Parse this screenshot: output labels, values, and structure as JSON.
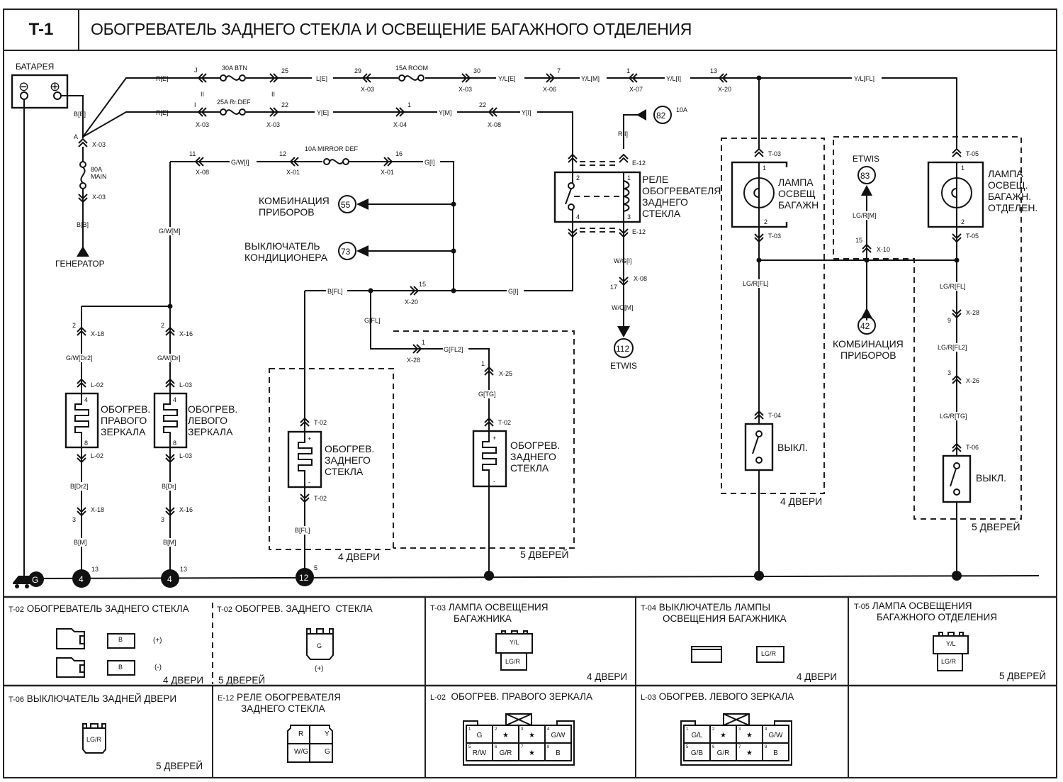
{
  "header": {
    "code": "T-1",
    "title": "ОБОГРЕВАТЕЛЬ ЗАДНЕГО СТЕКЛА И ОСВЕЩЕНИЕ БАГАЖНОГО ОТДЕЛЕНИЯ"
  },
  "battery": {
    "label": "БАТАРЕЯ",
    "neg": "⊖",
    "pos": "⊕"
  },
  "generator": {
    "label": "ГЕНЕРАТОР"
  },
  "main_fuse": {
    "line1": "80A",
    "line2": "MAIN",
    "wire_top": "B[B]",
    "wire_bottom": "B[B]",
    "conn_top": "X-03",
    "conn_pin": "A",
    "conn_bottom": "X-03"
  },
  "top_line1": {
    "wire_r": "R[E]",
    "pin_j": "J",
    "fuse": "30A BTN",
    "pin_25": "25",
    "wire_l": "L[E]",
    "pin_29": "29",
    "conn_x03a": "X-03",
    "fuse_room": "15A ROOM",
    "pin_30": "30",
    "conn_x03b": "X-03",
    "wire_yle": "Y/L[E]",
    "pin_7": "7",
    "conn_x06": "X-06",
    "wire_ylm": "Y/L[M]",
    "pin_1": "1",
    "conn_x07": "X-07",
    "wire_yli": "Y/L[I]",
    "pin_13": "13",
    "conn_x20": "X-20",
    "wire_ylfl": "Y/L[FL]"
  },
  "top_line2": {
    "wire_r": "R[E]",
    "pin_i": "I",
    "fuse": "25A Rr.DEF",
    "pin_22": "22",
    "conn_x03a": "X-03",
    "conn_x03b": "X-03",
    "wire_ye": "Y[E]",
    "pin_1": "1",
    "conn_x04": "X-04",
    "wire_ym": "Y[M]",
    "pin_22b": "22",
    "conn_x08": "X-08",
    "wire_yi": "Y[I]"
  },
  "mirror_line": {
    "pin_11": "11",
    "conn_x08": "X-08",
    "wire_gwi": "G/W[I]",
    "pin_12": "12",
    "conn_x01a": "X-01",
    "fuse": "10A MIRROR DEF",
    "pin_16": "16",
    "conn_x01b": "X-01",
    "wire_gi": "G[I]",
    "wire_gwm": "G/W[M]"
  },
  "refs": {
    "r55": {
      "num": "55",
      "label1": "КОМБИНАЦИЯ",
      "label2": "ПРИБОРОВ"
    },
    "r73": {
      "num": "73",
      "label1": "ВЫКЛЮЧАТЕЛЬ",
      "label2": "КОНДИЦИОНЕРА"
    },
    "r82": {
      "num": "82",
      "note": "10A"
    },
    "r112": {
      "num": "112",
      "label": "ETWIS"
    },
    "r83": {
      "num": "83",
      "label": "ETWIS"
    },
    "r42": {
      "num": "42",
      "label1": "КОМБИНАЦИЯ",
      "label2": "ПРИБОРОВ"
    }
  },
  "relay": {
    "label1": "РЕЛЕ",
    "label2": "ОБОГРЕВАТЕЛЯ",
    "label3": "ЗАДНЕГО",
    "label4": "СТЕКЛА",
    "conn_top": "E-12",
    "conn_bottom": "E-12",
    "pin1": "1",
    "pin2": "2",
    "pin3": "3",
    "pin4": "4",
    "wire_ri": "R[I]",
    "wire_wgi": "W/G[I]",
    "pin17": "17",
    "conn_x08": "X-08",
    "wire_wgm": "W/G[M]"
  },
  "mid_line": {
    "wire_bfl": "B[FL]",
    "pin15": "15",
    "conn_x20": "X-20",
    "wire_gi": "G[I]",
    "wire_gfl": "G[FL]",
    "pin1": "1",
    "conn_x28": "X-28",
    "wire_gfl2": "G[FL2]",
    "pin1b": "1",
    "conn_x25": "X-25",
    "wire_gtg": "G[TG]"
  },
  "mirrors": {
    "right": {
      "pin_top": "2",
      "conn_x": "X-18",
      "wire_top": "G/W[Dr2]",
      "conn_l": "L-02",
      "pin4": "4",
      "pin8": "8",
      "label1": "ОБОГРЕВ.",
      "label2": "ПРАВОГО",
      "label3": "ЗЕРКАЛА",
      "conn_l2": "L-02",
      "wire_bottom": "B[Dr2]",
      "conn_x2": "X-18",
      "pin_bottom": "3",
      "wire_bm": "B[M]",
      "ground_num": "4",
      "ground_pin": "13"
    },
    "left": {
      "pin_top": "2",
      "conn_x": "X-16",
      "wire_top": "G/W[Dr]",
      "conn_l": "L-03",
      "pin4": "4",
      "pin8": "8",
      "label1": "ОБОГРЕВ.",
      "label2": "ЛЕВОГО",
      "label3": "ЗЕРКАЛА",
      "conn_l2": "L-03",
      "wire_bottom": "B[Dr]",
      "conn_x2": "X-16",
      "pin_bottom": "3",
      "wire_bm": "B[M]",
      "ground_num": "4",
      "ground_pin": "13"
    }
  },
  "rear_heaters": {
    "four_door": {
      "conn_top": "T-02",
      "plus": "+",
      "minus": "-",
      "label1": "ОБОГРЕВ.",
      "label2": "ЗАДНЕГО",
      "label3": "СТЕКЛА",
      "conn_bottom": "T-02",
      "wire_bottom": "B[FL]",
      "group": "4 ДВЕРИ",
      "ground_num": "12",
      "ground_pin": "5"
    },
    "five_door": {
      "conn_top": "T-02",
      "plus": "+",
      "minus": "-",
      "label1": "ОБОГРЕВ.",
      "label2": "ЗАДНЕГО",
      "label3": "СТЕКЛА",
      "group": "5 ДВЕРЕЙ"
    }
  },
  "trunk_lamps": {
    "four_door": {
      "conn_top": "T-03",
      "pin1": "1",
      "pin2": "2",
      "label1": "ЛАМПА",
      "label2": "ОСВЕЩ",
      "label3": "БАГАЖН",
      "conn_bottom": "T-03",
      "wire": "LG/R[FL]",
      "switch_conn": "T-04",
      "switch_label": "ВЫКЛ.",
      "group": "4 ДВЕРИ"
    },
    "five_door": {
      "conn_top": "T-05",
      "pin1": "1",
      "pin2": "2",
      "label1": "ЛАМПА",
      "label2": "ОСВЕЩ.",
      "label3": "БАГАЖН.",
      "label4": "ОТДЕЛЕН.",
      "conn_bottom": "T-05",
      "wire1": "LG/R[FL]",
      "pin9": "9",
      "conn_x28": "X-28",
      "wire2": "LG/R[FL2]",
      "pin3": "3",
      "conn_x26": "X-26",
      "wire3": "LG/R[TG]",
      "switch_conn": "T-06",
      "switch_label": "ВЫКЛ.",
      "group": "5 ДВЕРЕЙ"
    },
    "etwis_wire": "LG/R[M]",
    "etwis_pin": "15",
    "etwis_conn": "X-10"
  },
  "ground": {
    "label": "G"
  },
  "legend": {
    "t02a": {
      "code": "T-02",
      "title": "ОБОГРЕВАТЕЛЬ ЗАДНЕГО СТЕКЛА",
      "pin_b1": "B",
      "sign1": "(+)",
      "pin_b2": "B",
      "sign2": "(-)",
      "note": "4 ДВЕРИ"
    },
    "t02b": {
      "code": "T-02",
      "title": "ОБОГРЕВ. ЗАДНЕГО  СТЕКЛА",
      "pin": "G",
      "sign": "(+)",
      "note": "5 ДВЕРЕЙ"
    },
    "t03": {
      "code": "T-03",
      "title1": "ЛАМПА ОСВЕЩЕНИЯ",
      "title2": "БАГАЖНИКА",
      "pin1": "Y/L",
      "pin2": "LG/R",
      "note": "4 ДВЕРИ"
    },
    "t04": {
      "code": "T-04",
      "title1": "ВЫКЛЮЧАТЕЛЬ ЛАМПЫ",
      "title2": "ОСВЕЩЕНИЯ БАГАЖНИКА",
      "pin": "LG/R",
      "note": "4 ДВЕРИ"
    },
    "t05": {
      "code": "T-05",
      "title1": "ЛАМПА ОСВЕЩЕНИЯ",
      "title2": "БАГАЖНОГО ОТДЕЛЕНИЯ",
      "pin1": "Y/L",
      "pin2": "LG/R",
      "note": "5 ДВЕРЕЙ"
    },
    "t06": {
      "code": "T-06",
      "title": "ВЫКЛЮЧАТЕЛЬ ЗАДНЕЙ ДВЕРИ",
      "pin": "LG/R",
      "note": "5 ДВЕРЕЙ"
    },
    "e12": {
      "code": "E-12",
      "title1": "РЕЛЕ ОБОГРЕВАТЕЛЯ",
      "title2": "ЗАДНЕГО СТЕКЛА",
      "pins": [
        "R",
        "Y",
        "W/G",
        "G"
      ]
    },
    "l02": {
      "code": "L-02",
      "title": "ОБОГРЕВ. ПРАВОГО ЗЕРКАЛА",
      "pins": [
        "G",
        "★",
        "★",
        "G/W",
        "R/W",
        "G/R",
        "★",
        "B"
      ]
    },
    "l03": {
      "code": "L-03",
      "title": "ОБОГРЕВ. ЛЕВОГО ЗЕРКАЛА",
      "pins": [
        "G/L",
        "★",
        "★",
        "G/W",
        "G/B",
        "G/R",
        "★",
        "B"
      ]
    }
  }
}
